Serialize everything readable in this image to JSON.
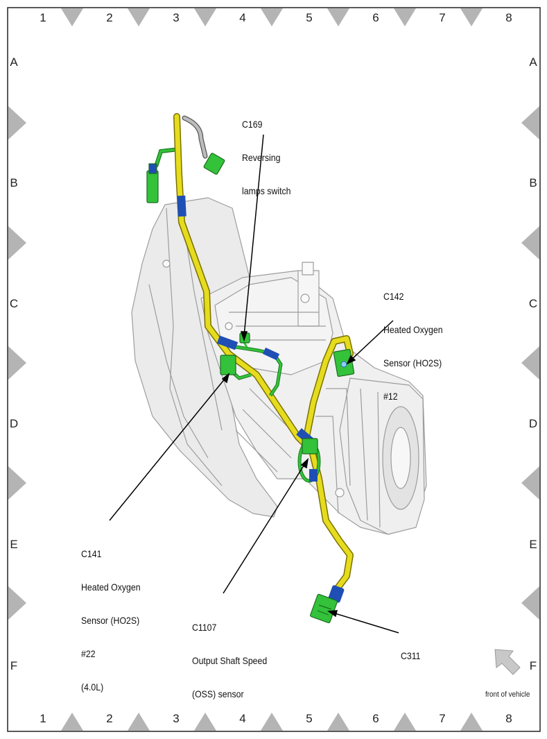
{
  "grid": {
    "columns": [
      "1",
      "2",
      "3",
      "4",
      "5",
      "6",
      "7",
      "8"
    ],
    "rows": [
      "A",
      "B",
      "C",
      "D",
      "E",
      "F"
    ]
  },
  "callouts": {
    "c169": [
      "C169",
      "Reversing",
      "lamps switch"
    ],
    "c142": [
      "C142",
      "Heated Oxygen",
      "Sensor (HO2S)",
      "#12"
    ],
    "c141": [
      "C141",
      "Heated Oxygen",
      "Sensor (HO2S)",
      "#22",
      "(4.0L)"
    ],
    "c1107": [
      "C1107",
      "Output Shaft Speed",
      "(OSS) sensor"
    ],
    "c311": [
      "C311"
    ]
  },
  "front_of_vehicle": "front of vehicle",
  "colors": {
    "harness": "#e6dc1e",
    "harness_outline": "#7a7000",
    "tape": "#1f4fb5",
    "connector": "#33c23a",
    "gray_wire": "#a9a9a9",
    "transmission": "#ececec",
    "frame_triangle": "#b4b4b4"
  }
}
